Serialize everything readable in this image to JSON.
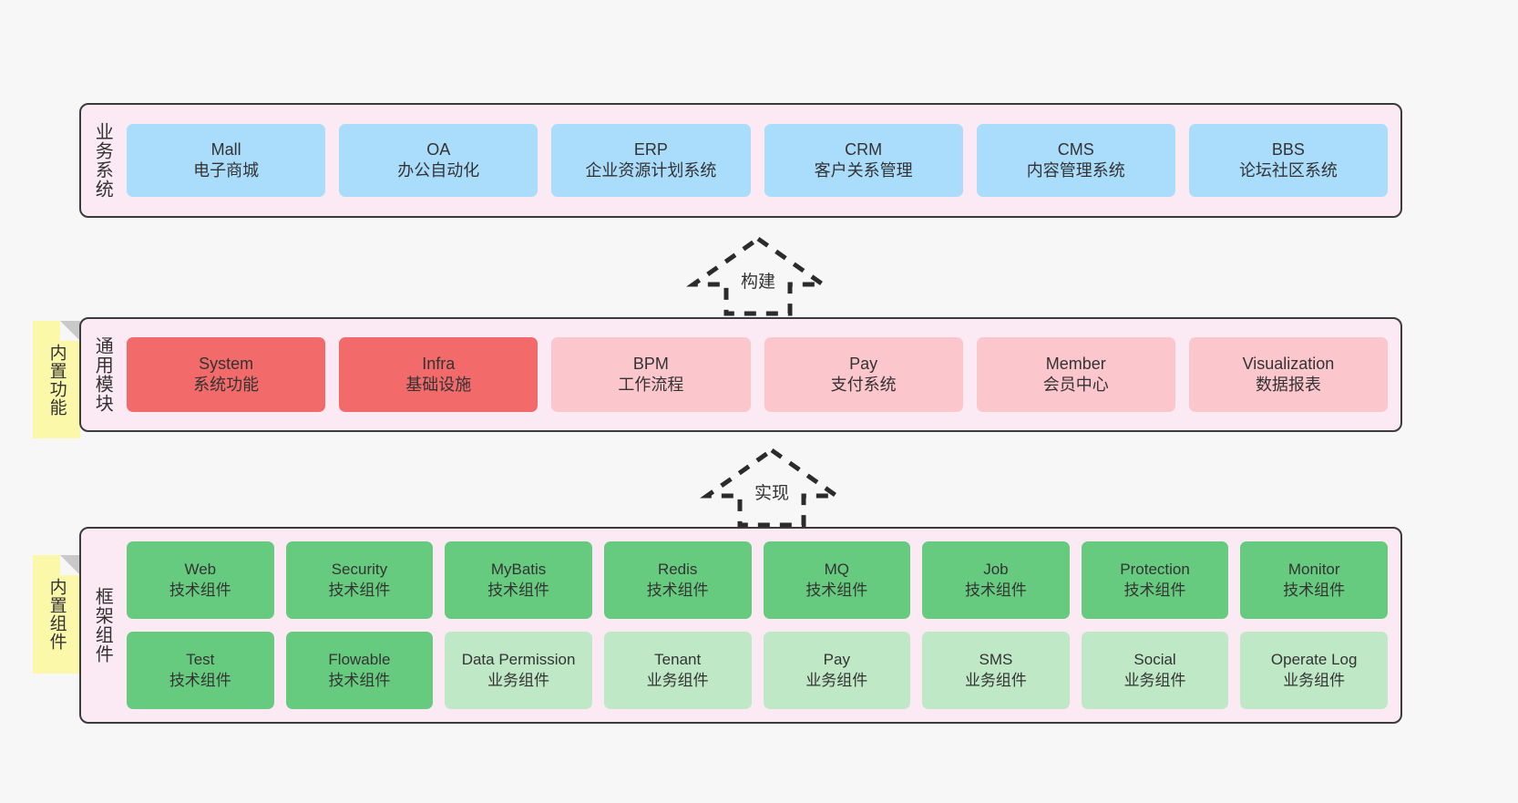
{
  "layers": [
    {
      "id": "business",
      "label": "业务系统",
      "cells": [
        {
          "en": "Mall",
          "cn": "电子商城",
          "color": "#aadcfb"
        },
        {
          "en": "OA",
          "cn": "办公自动化",
          "color": "#aadcfb"
        },
        {
          "en": "ERP",
          "cn": "企业资源计划系统",
          "color": "#aadcfb"
        },
        {
          "en": "CRM",
          "cn": "客户关系管理",
          "color": "#aadcfb"
        },
        {
          "en": "CMS",
          "cn": "内容管理系统",
          "color": "#aadcfb"
        },
        {
          "en": "BBS",
          "cn": "论坛社区系统",
          "color": "#aadcfb"
        }
      ]
    },
    {
      "id": "modules",
      "label": "通用模块",
      "note": "内置功能",
      "cells": [
        {
          "en": "System",
          "cn": "系统功能",
          "color": "#f26a6a"
        },
        {
          "en": "Infra",
          "cn": "基础设施",
          "color": "#f26a6a"
        },
        {
          "en": "BPM",
          "cn": "工作流程",
          "color": "#fcc6cd"
        },
        {
          "en": "Pay",
          "cn": "支付系统",
          "color": "#fcc6cd"
        },
        {
          "en": "Member",
          "cn": "会员中心",
          "color": "#fcc6cd"
        },
        {
          "en": "Visualization",
          "cn": "数据报表",
          "color": "#fcc6cd"
        }
      ]
    },
    {
      "id": "framework",
      "label": "框架组件",
      "note": "内置组件",
      "rows": [
        [
          {
            "en": "Web",
            "cn": "技术组件",
            "color": "#67cb7f"
          },
          {
            "en": "Security",
            "cn": "技术组件",
            "color": "#67cb7f"
          },
          {
            "en": "MyBatis",
            "cn": "技术组件",
            "color": "#67cb7f"
          },
          {
            "en": "Redis",
            "cn": "技术组件",
            "color": "#67cb7f"
          },
          {
            "en": "MQ",
            "cn": "技术组件",
            "color": "#67cb7f"
          },
          {
            "en": "Job",
            "cn": "技术组件",
            "color": "#67cb7f"
          },
          {
            "en": "Protection",
            "cn": "技术组件",
            "color": "#67cb7f"
          },
          {
            "en": "Monitor",
            "cn": "技术组件",
            "color": "#67cb7f"
          }
        ],
        [
          {
            "en": "Test",
            "cn": "技术组件",
            "color": "#67cb7f"
          },
          {
            "en": "Flowable",
            "cn": "技术组件",
            "color": "#67cb7f"
          },
          {
            "en": "Data Permission",
            "cn": "业务组件",
            "color": "#bfe8c6"
          },
          {
            "en": "Tenant",
            "cn": "业务组件",
            "color": "#bfe8c6"
          },
          {
            "en": "Pay",
            "cn": "业务组件",
            "color": "#bfe8c6"
          },
          {
            "en": "SMS",
            "cn": "业务组件",
            "color": "#bfe8c6"
          },
          {
            "en": "Social",
            "cn": "业务组件",
            "color": "#bfe8c6"
          },
          {
            "en": "Operate Log",
            "cn": "业务组件",
            "color": "#bfe8c6"
          }
        ]
      ]
    }
  ],
  "arrows": [
    {
      "id": "build",
      "label": "构建"
    },
    {
      "id": "impl",
      "label": "实现"
    }
  ],
  "colors": {
    "canvas_bg": "#f7f7f7",
    "layer_bg": "#fbeaf3",
    "layer_border": "#3b3b3b",
    "note_bg": "#fbf8a9",
    "note_fold": "#c9c9c9",
    "business_cell": "#aadcfb",
    "module_highlight": "#f26a6a",
    "module_plain": "#fcc6cd",
    "tech_component": "#67cb7f",
    "business_component": "#bfe8c6",
    "text": "#333333"
  }
}
